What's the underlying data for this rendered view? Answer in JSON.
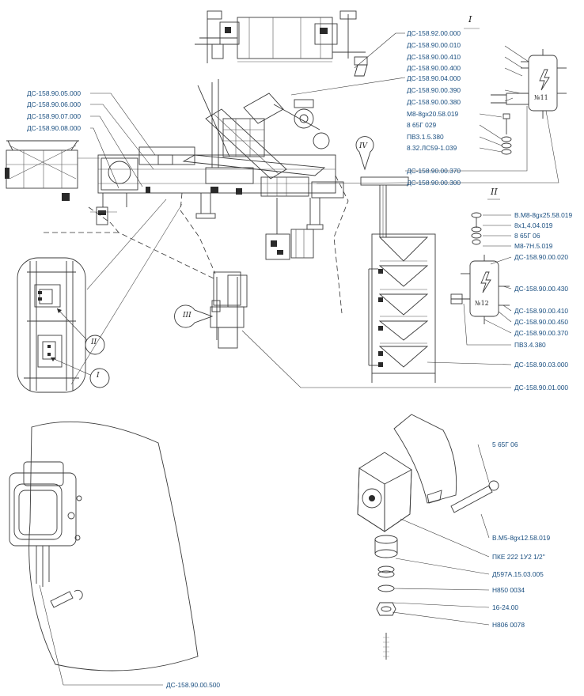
{
  "callouts": {
    "top_center": [
      "ДС-158.92.00.000",
      "ДС-158.90.00.010",
      "ДС-158.90.00.410",
      "ДС-158.90.00.400",
      "ДС-158.90.04.000",
      "ДС-158.90.00.390",
      "ДС-158.90.00.380"
    ],
    "fasteners_I": [
      "М8-8gx20.58.019",
      "8 65Г 029",
      "ПВЗ.1.5.380",
      "8.32.ЛС59-1.039"
    ],
    "box_I_bottom": [
      "ДС-158.90.00.370",
      "ДС-158.90.00.300"
    ],
    "left": [
      "ДС-158.90.05.000",
      "ДС-158.90.06.000",
      "ДС-158.90.07.000",
      "ДС-158.90.08.000"
    ],
    "fasteners_II": [
      "В.М8-8gx25.58.019",
      "8х1,4.04.019",
      "8 65Г 06",
      "М8-7Н.5.019"
    ],
    "box_II": [
      "ДС-158.90.00.020",
      "ДС-158.90.00.430",
      "ДС-158.90.00.410",
      "ДС-158.90.00.450",
      "ДС-158.90.00.370",
      "ПВЗ.4.380"
    ],
    "lower_right": [
      "ДС-158.90.03.000",
      "ДС-158.90.01.000"
    ],
    "lamp_assembly": [
      "5 65Г 06",
      "В.М5-8gx12.58.019",
      "ПКЕ 222 1У2 1/2\"",
      "Д597А.15.03.005",
      "Н850 0034",
      "16-24.00",
      "Н806 0078"
    ],
    "bottom_left": "ДС-158.90.00.500"
  },
  "views": {
    "I": "I",
    "II": "II",
    "III": "III",
    "IV": "IV"
  },
  "plates": {
    "box_I": "№11",
    "box_II": "№12"
  },
  "colors": {
    "label_ink": "#1a4f80",
    "line_ink": "#333333"
  }
}
